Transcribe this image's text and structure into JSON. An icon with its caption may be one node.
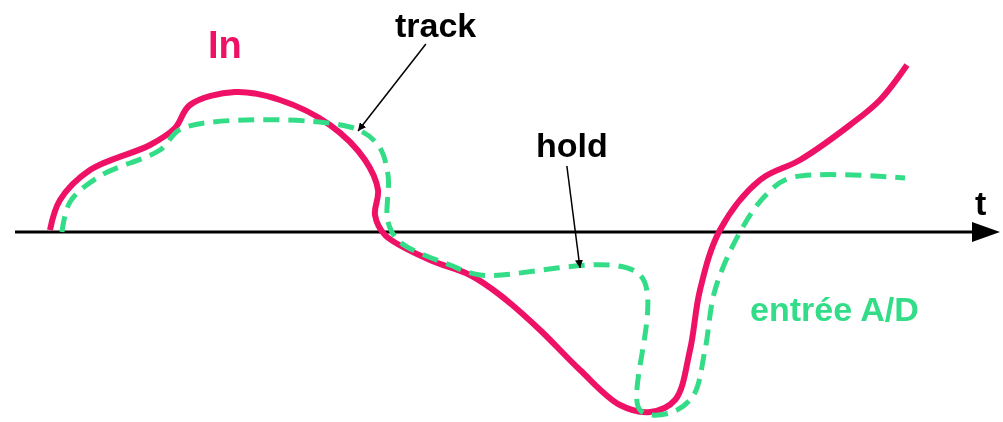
{
  "diagram": {
    "nodes": [
      {
        "text": [
          "track"
        ]
      },
      {
        "text": [
          "hold"
        ]
      }
    ],
    "edges": [
      {
        "from": 0,
        "to": null,
        "arrow": "to"
      },
      {
        "from": 1,
        "to": null,
        "arrow": "to"
      }
    ],
    "labels": [
      "In",
      "t",
      "entrée A/D"
    ]
  }
}
